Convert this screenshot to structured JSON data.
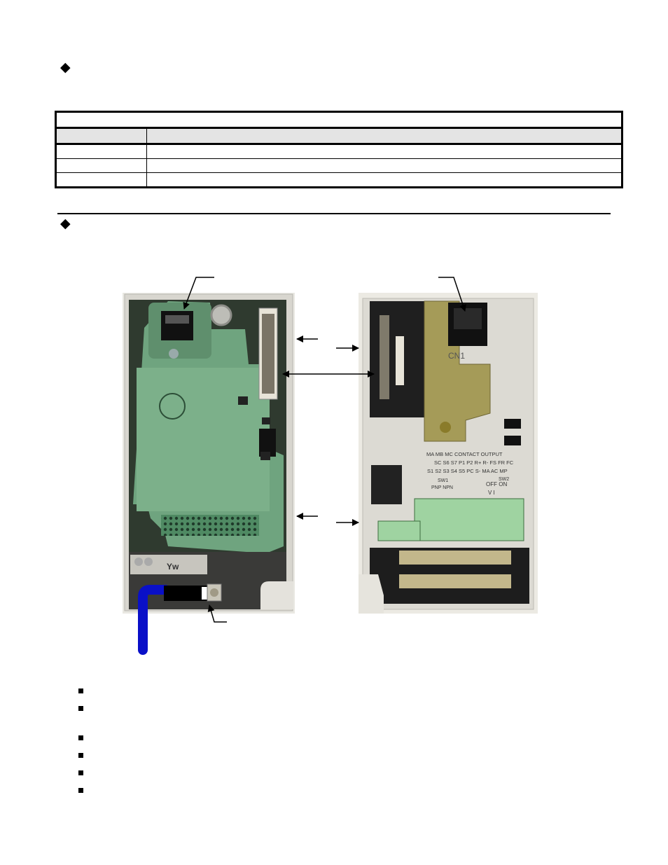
{
  "section1": {
    "bullet_icon": "diamond-icon",
    "heading": ""
  },
  "table": {
    "title": "",
    "columns": [
      "",
      ""
    ],
    "rows": [
      [
        "",
        ""
      ],
      [
        "",
        ""
      ],
      [
        "",
        ""
      ]
    ]
  },
  "section2": {
    "bullet_icon": "diamond-icon",
    "heading": ""
  },
  "figure": {
    "left_photo_icon": "inverter-open-with-option-card-photo",
    "right_photo_icon": "inverter-terminal-cover-photo",
    "cable_color": "#0a10c8",
    "photo_labels": {
      "cn1": "CN1",
      "terminals_top": "MA MB MC CONTACT OUTPUT",
      "terminals_row1": "SC S6 S7 P1 P2 R+ R- FS FR FC",
      "terminals_row2": "S1 S2 S3 S4 S5 PC S- MA AC MP",
      "sw1": "SW1",
      "sw1_opts": "PNP NPN",
      "sw2": "SW2",
      "sw2_opts": "OFF ON",
      "sw2_opts2": "V I",
      "card_marking": "Yw"
    }
  },
  "notes": {
    "bullet_icon": "square-bullet-icon",
    "items": [
      "",
      "",
      "",
      "",
      "",
      ""
    ]
  }
}
